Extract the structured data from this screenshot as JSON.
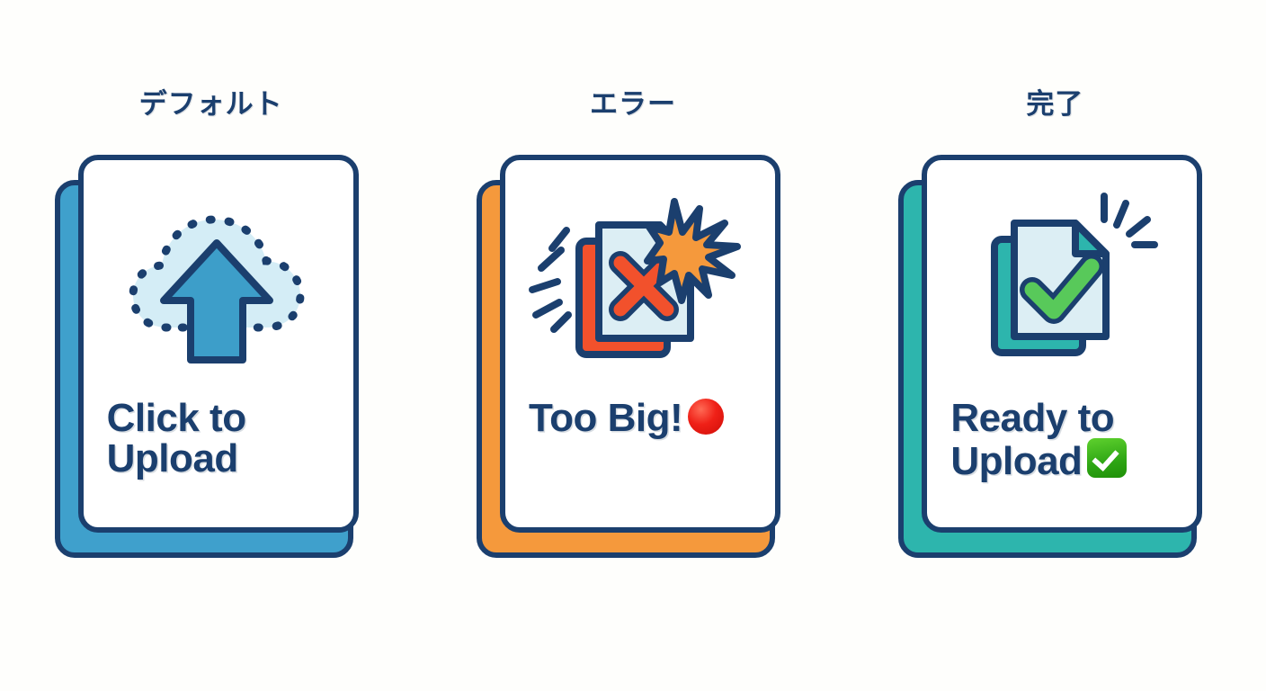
{
  "page": {
    "background_color": "#fefefc",
    "ink_color": "#1b3f6e",
    "title_alt": "File upload states illustration"
  },
  "cards": [
    {
      "caption": "デフォルト",
      "accent_color": "#3fa0cc",
      "state": "default",
      "icon_name": "cloud-upload-icon",
      "label_lines": [
        "Click to",
        "Upload"
      ],
      "badge": "",
      "badge_name": ""
    },
    {
      "caption": "エラー",
      "accent_color": "#f5993c",
      "state": "error",
      "icon_name": "document-error-burst-icon",
      "label_lines": [
        "Too Big!"
      ],
      "badge": "🔴",
      "badge_name": "red-circle-emoji"
    },
    {
      "caption": "完了",
      "accent_color": "#2db5ad",
      "state": "complete",
      "icon_name": "document-check-sparkle-icon",
      "label_lines": [
        "Ready to",
        "Upload"
      ],
      "badge": "✅",
      "badge_name": "green-check-emoji"
    }
  ],
  "palette": {
    "navy": "#1b3f6e",
    "blue_accent": "#3fa0cc",
    "orange_accent": "#f5993c",
    "teal_accent": "#2db5ad",
    "red_orange": "#f2512c",
    "light_blue_paper": "#dceef4",
    "green_check": "#58c95a",
    "cloud_fill": "#d4edf6",
    "white": "#ffffff"
  }
}
